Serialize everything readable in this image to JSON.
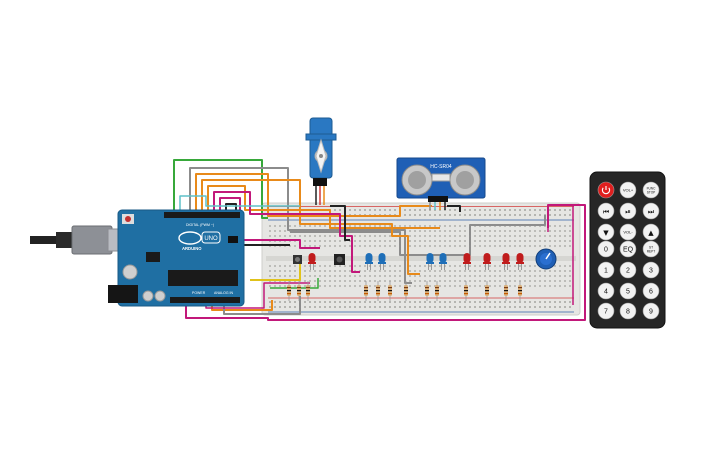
{
  "arduino": {
    "logo_text": "ARDUINO",
    "model": "UNO",
    "digital_label": "DIGITAL (PWM ~)",
    "power_label": "POWER",
    "analog_label": "ANALOG IN"
  },
  "ultrasonic": {
    "label": "HC-SR04"
  },
  "remote": {
    "buttons": [
      {
        "key": "power",
        "label": ""
      },
      {
        "key": "vol_up",
        "label": "VOL+"
      },
      {
        "key": "func_stop",
        "label": "FUNC/STOP"
      },
      {
        "key": "prev",
        "label": ""
      },
      {
        "key": "play_pause",
        "label": ""
      },
      {
        "key": "next",
        "label": ""
      },
      {
        "key": "down",
        "label": ""
      },
      {
        "key": "vol_down",
        "label": "VOL-"
      },
      {
        "key": "up",
        "label": ""
      },
      {
        "key": "zero",
        "label": "0"
      },
      {
        "key": "eq",
        "label": "EQ"
      },
      {
        "key": "st_rept",
        "label": "ST/REPT"
      },
      {
        "key": "one",
        "label": "1"
      },
      {
        "key": "two",
        "label": "2"
      },
      {
        "key": "three",
        "label": "3"
      },
      {
        "key": "four",
        "label": "4"
      },
      {
        "key": "five",
        "label": "5"
      },
      {
        "key": "six",
        "label": "6"
      },
      {
        "key": "seven",
        "label": "7"
      },
      {
        "key": "eight",
        "label": "8"
      },
      {
        "key": "nine",
        "label": "9"
      }
    ]
  },
  "colors": {
    "board_blue": "#1f6fa3",
    "breadboard": "#e9e9e6",
    "rail_red": "#d23a3a",
    "rail_blue": "#2f5fa8",
    "servo_blue": "#2a78c2",
    "sensor_blue": "#1f5fb5",
    "remote_body": "#262626",
    "led_red": "#c01c1c",
    "led_blue": "#1f6fb8",
    "wire_orange": "#e88a1a",
    "wire_magenta": "#c2187a",
    "wire_green": "#37a83a",
    "wire_gray": "#8c8c8c",
    "wire_yellow": "#e0c21a",
    "wire_black": "#222222",
    "wire_cyan": "#5fc0c8"
  }
}
